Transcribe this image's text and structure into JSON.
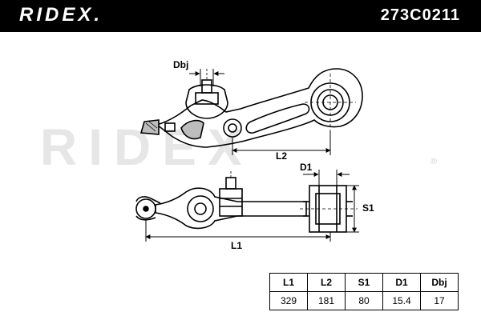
{
  "header": {
    "brand": "RIDEX.",
    "part_number": "273C0211"
  },
  "watermark": {
    "text": "RIDEX",
    "reg_mark": "®"
  },
  "dimension_labels": {
    "dbj": "Dbj",
    "l2": "L2",
    "d1": "D1",
    "s1": "S1",
    "l1": "L1"
  },
  "specs_table": {
    "headers": [
      "L1",
      "L2",
      "S1",
      "D1",
      "Dbj"
    ],
    "values": [
      "329",
      "181",
      "80",
      "15.4",
      "17"
    ]
  },
  "colors": {
    "header_bg": "#000000",
    "header_text": "#ffffff",
    "watermark": "#e6e6e6",
    "line": "#000000"
  }
}
